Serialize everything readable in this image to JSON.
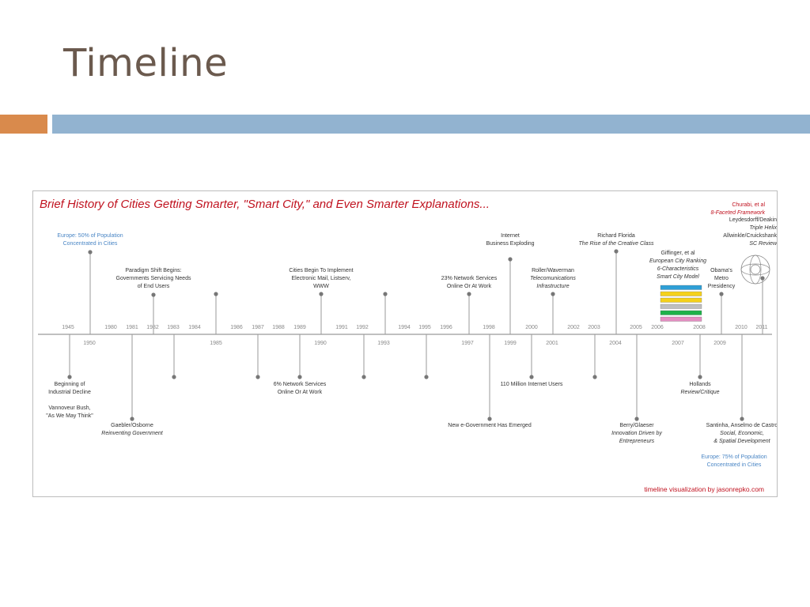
{
  "slide": {
    "title": "Timeline"
  },
  "timeline": {
    "heading": "Brief History of Cities Getting Smarter, \"Smart City,\" and Even Smarter Explanations...",
    "credit": "timeline visualization by jasonrepko.com",
    "top_years": [
      "1945",
      "1980",
      "1981",
      "1982",
      "1983",
      "1984",
      "1986",
      "1987",
      "1988",
      "1989",
      "1991",
      "1992",
      "1994",
      "1995",
      "1996",
      "1998",
      "2000",
      "2002",
      "2003",
      "2005",
      "2006",
      "2008",
      "2010",
      "2011"
    ],
    "bottom_years": [
      "1950",
      "1985",
      "1990",
      "1993",
      "1997",
      "1999",
      "2001",
      "2004",
      "2007",
      "2009"
    ],
    "events_above": [
      {
        "lines": [
          "Europe: 50% of Population",
          "Concentrated in Cities"
        ],
        "style": "blue"
      },
      {
        "lines": [
          "Paradigm Shift Begins:",
          "Governments  Servicing Needs",
          "of End Users"
        ],
        "style": "normal"
      },
      {
        "lines": [
          "Cities Begin To Implement",
          "Electronic Mail, Listserv,",
          "WWW"
        ],
        "style": "normal"
      },
      {
        "lines": [
          "23% Network Services",
          "Online Or At Work"
        ],
        "style": "normal"
      },
      {
        "lines": [
          "Internet",
          "Business Exploding"
        ],
        "style": "normal"
      },
      {
        "lines": [
          "Roller/Waverman",
          "Telecomunications",
          "Infrastructure"
        ],
        "style": "mixed"
      },
      {
        "lines": [
          "Richard  Florida",
          "The Rise of the Creative Class"
        ],
        "style": "mixed"
      },
      {
        "lines": [
          "Giffinger, et al",
          "European City Ranking",
          "6-Characteristics",
          "Smart City Model"
        ],
        "style": "mixed"
      },
      {
        "lines": [
          "Obama's",
          "Metro",
          "Presidency"
        ],
        "style": "normal"
      },
      {
        "lines": [
          "Churabi, et al",
          "8-Faceted Framework"
        ],
        "style": "red"
      },
      {
        "lines": [
          "Leydesdorff/Deakin",
          "Triple Helix",
          "Allwinkle/Cruickshank",
          "SC Review"
        ],
        "style": "mixed2"
      }
    ],
    "events_below": [
      {
        "lines": [
          "Beginning of",
          "Industrial Decline",
          "",
          "Vannoveur Bush,",
          "\"As We May Think\""
        ],
        "style": "normal"
      },
      {
        "lines": [
          "Gaebler/Osborne",
          "Reinventing Government"
        ],
        "style": "mixed"
      },
      {
        "lines": [
          "6% Network Services",
          "Online Or At Work"
        ],
        "style": "normal"
      },
      {
        "lines": [
          "110 Million Internet Users"
        ],
        "style": "normal"
      },
      {
        "lines": [
          "New e-Government Has Emerged"
        ],
        "style": "normal"
      },
      {
        "lines": [
          "Berry/Glaeser",
          "Innovation Driven by",
          "Entrepreneurs"
        ],
        "style": "mixed"
      },
      {
        "lines": [
          "Hollands",
          "Review/Critique"
        ],
        "style": "mixed"
      },
      {
        "lines": [
          "Santinha,  Anselmo de Castro",
          "Social, Economic,",
          "& Spatial Development"
        ],
        "style": "mixed"
      },
      {
        "lines": [
          "Europe: 75% of Population",
          "Concentrated in Cities"
        ],
        "style": "blue"
      }
    ],
    "legend_colors": [
      "#2e9fd6",
      "#f5d11b",
      "#f5d11b",
      "#bfbfbf",
      "#1fb14a",
      "#e58fc3"
    ],
    "colors": {
      "axis": "#9a9a9a",
      "blue_note": "#4a86c5",
      "red_note": "#c0121f",
      "text": "#333333"
    }
  }
}
